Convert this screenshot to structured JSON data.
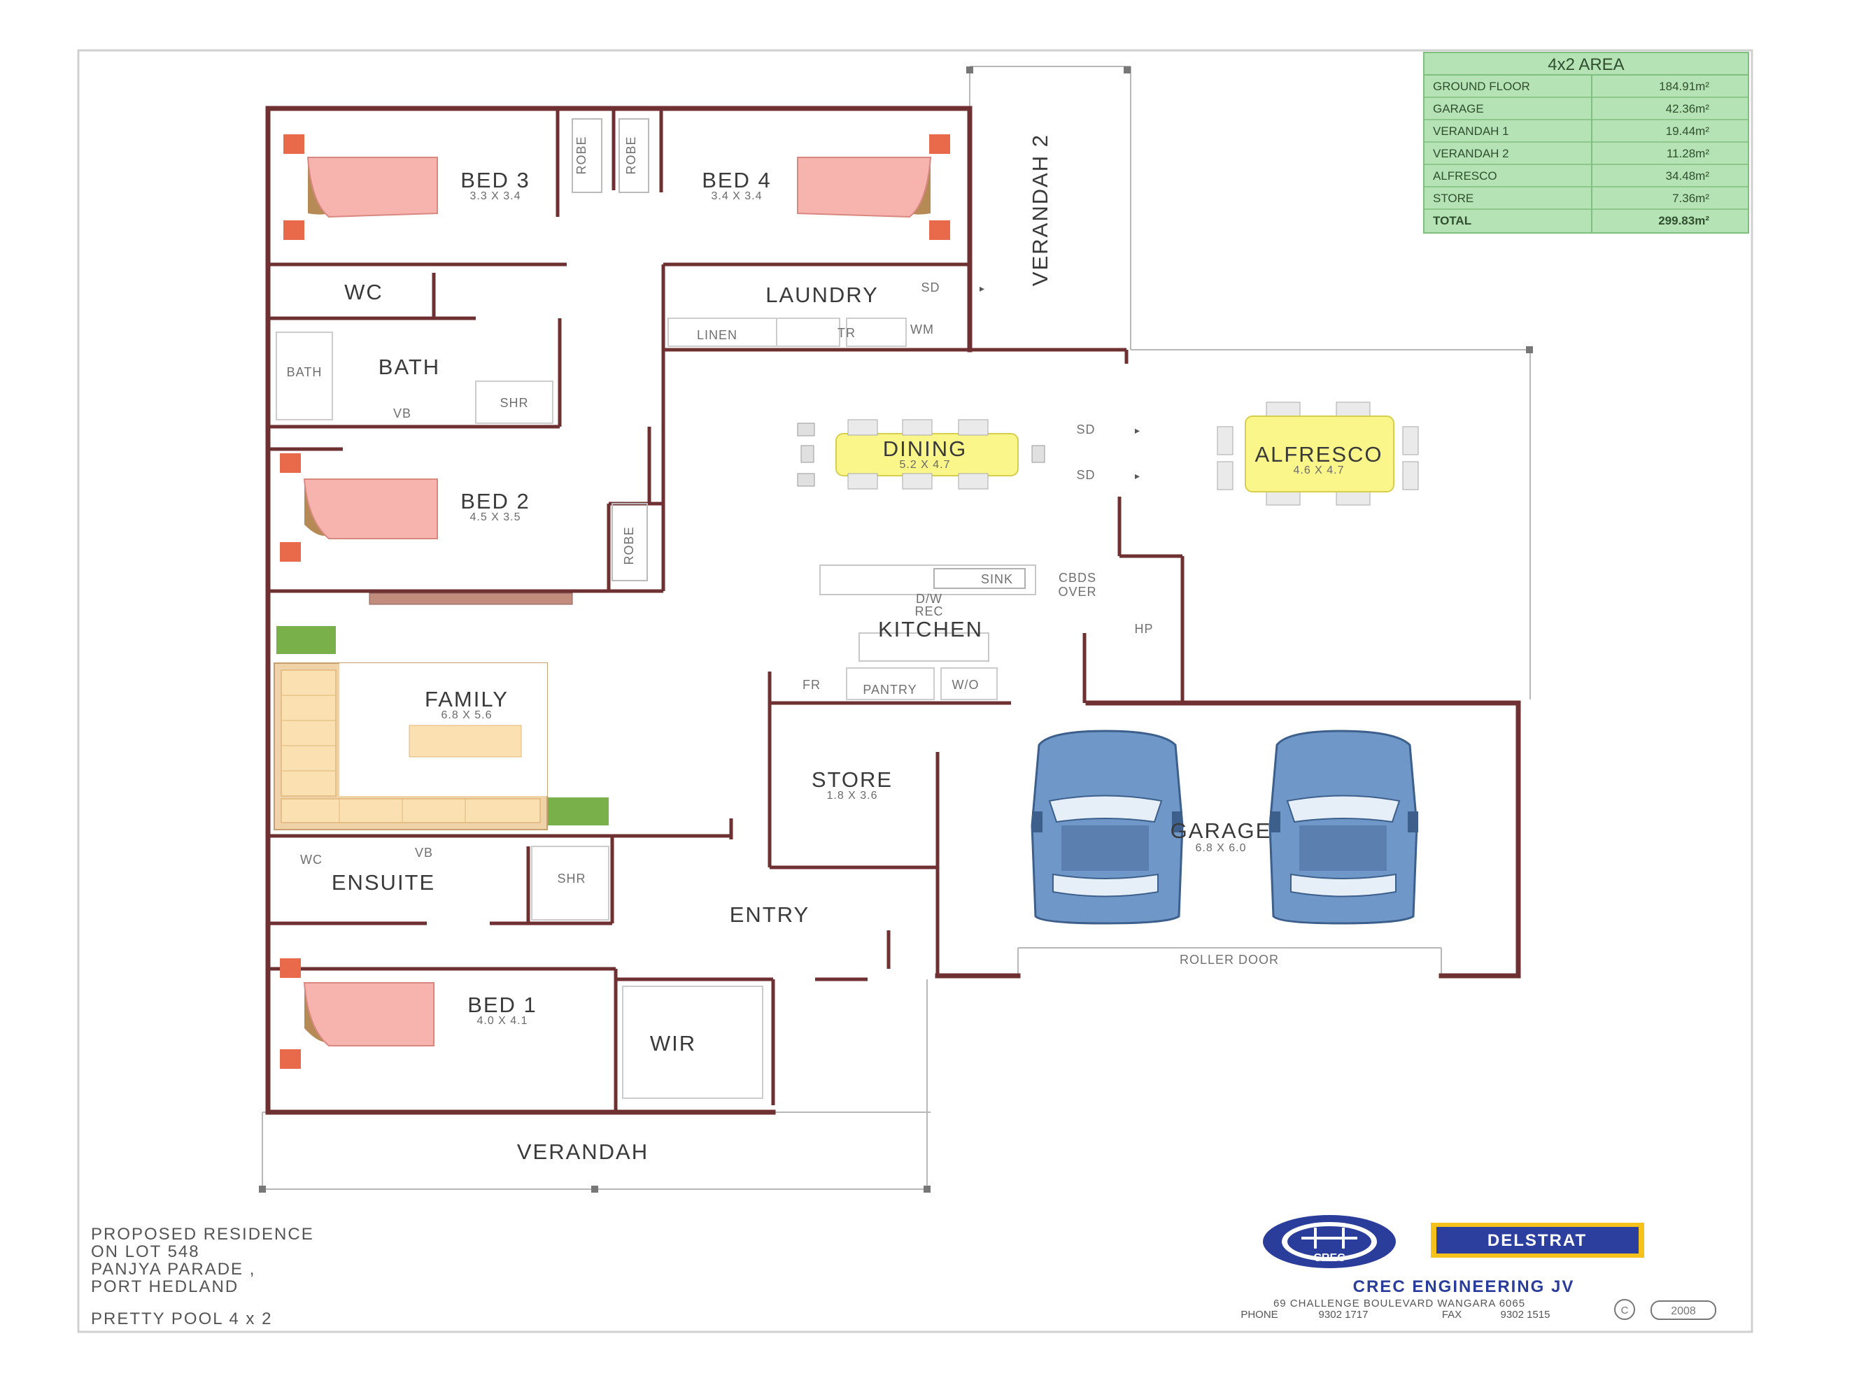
{
  "area_table": {
    "title": "4x2 AREA",
    "rows": [
      {
        "label": "GROUND FLOOR",
        "value": "184.91m²"
      },
      {
        "label": "GARAGE",
        "value": "42.36m²"
      },
      {
        "label": "VERANDAH 1",
        "value": "19.44m²"
      },
      {
        "label": "VERANDAH 2",
        "value": "11.28m²"
      },
      {
        "label": "ALFRESCO",
        "value": "34.48m²"
      },
      {
        "label": "STORE",
        "value": "7.36m²"
      },
      {
        "label": "TOTAL",
        "value": "299.83m²"
      }
    ]
  },
  "rooms": {
    "bed3": {
      "name": "BED 3",
      "dim": "3.3 X 3.4"
    },
    "bed4": {
      "name": "BED 4",
      "dim": "3.4 X 3.4"
    },
    "bed2": {
      "name": "BED 2",
      "dim": "4.5 X 3.5"
    },
    "bed1": {
      "name": "BED 1",
      "dim": "4.0 X 4.1"
    },
    "wc": "WC",
    "bath": "BATH",
    "laundry": "LAUNDRY",
    "dining": {
      "name": "DINING",
      "dim": "5.2 X 4.7"
    },
    "alfresco": {
      "name": "ALFRESCO",
      "dim": "4.6 X 4.7"
    },
    "kitchen": "KITCHEN",
    "family": {
      "name": "FAMILY",
      "dim": "6.8 X 5.6"
    },
    "store": {
      "name": "STORE",
      "dim": "1.8 X 3.6"
    },
    "garage": {
      "name": "GARAGE",
      "dim": "6.8 X 6.0"
    },
    "ensuite": "ENSUITE",
    "entry": "ENTRY",
    "wir": "WIR",
    "verandah": "VERANDAH",
    "verandah2": "VERANDAH 2"
  },
  "fixtures": {
    "robe": "ROBE",
    "sd": "SD",
    "linen": "LINEN",
    "tr": "TR",
    "wm": "WM",
    "bath_small": "BATH",
    "vb": "VB",
    "shr": "SHR",
    "sink": "SINK",
    "dw_rec": [
      "D/W",
      "REC"
    ],
    "cbds_over": [
      "CBDS",
      "OVER"
    ],
    "hp": "HP",
    "fr": "FR",
    "pantry": "PANTRY",
    "wo": "W/O",
    "wc_small": "WC",
    "roller_door": "ROLLER DOOR"
  },
  "title_block": {
    "lines": [
      "PROPOSED  RESIDENCE",
      "ON LOT 548",
      "PANJYA PARADE ,",
      "PORT HEDLAND"
    ],
    "design": "PRETTY POOL 4 x 2"
  },
  "company": {
    "logo_text": "CREC",
    "partner": "DELSTRAT",
    "name": "CREC ENGINEERING JV",
    "address": "69 CHALLENGE  BOULEVARD   WANGARA  6065",
    "phone_label": "PHONE",
    "phone": "9302 1717",
    "fax_label": "FAX",
    "fax": "9302 1515",
    "copyright": "C",
    "year": "2008"
  },
  "colors": {
    "wall": "#6e3030",
    "bed": "#f7b3ad",
    "table_top": "#fbf68a",
    "sofa": "#fbe0b2",
    "car": "#6f97c8",
    "plant": "#7ab04a",
    "area_table": "#b5e3b5"
  }
}
